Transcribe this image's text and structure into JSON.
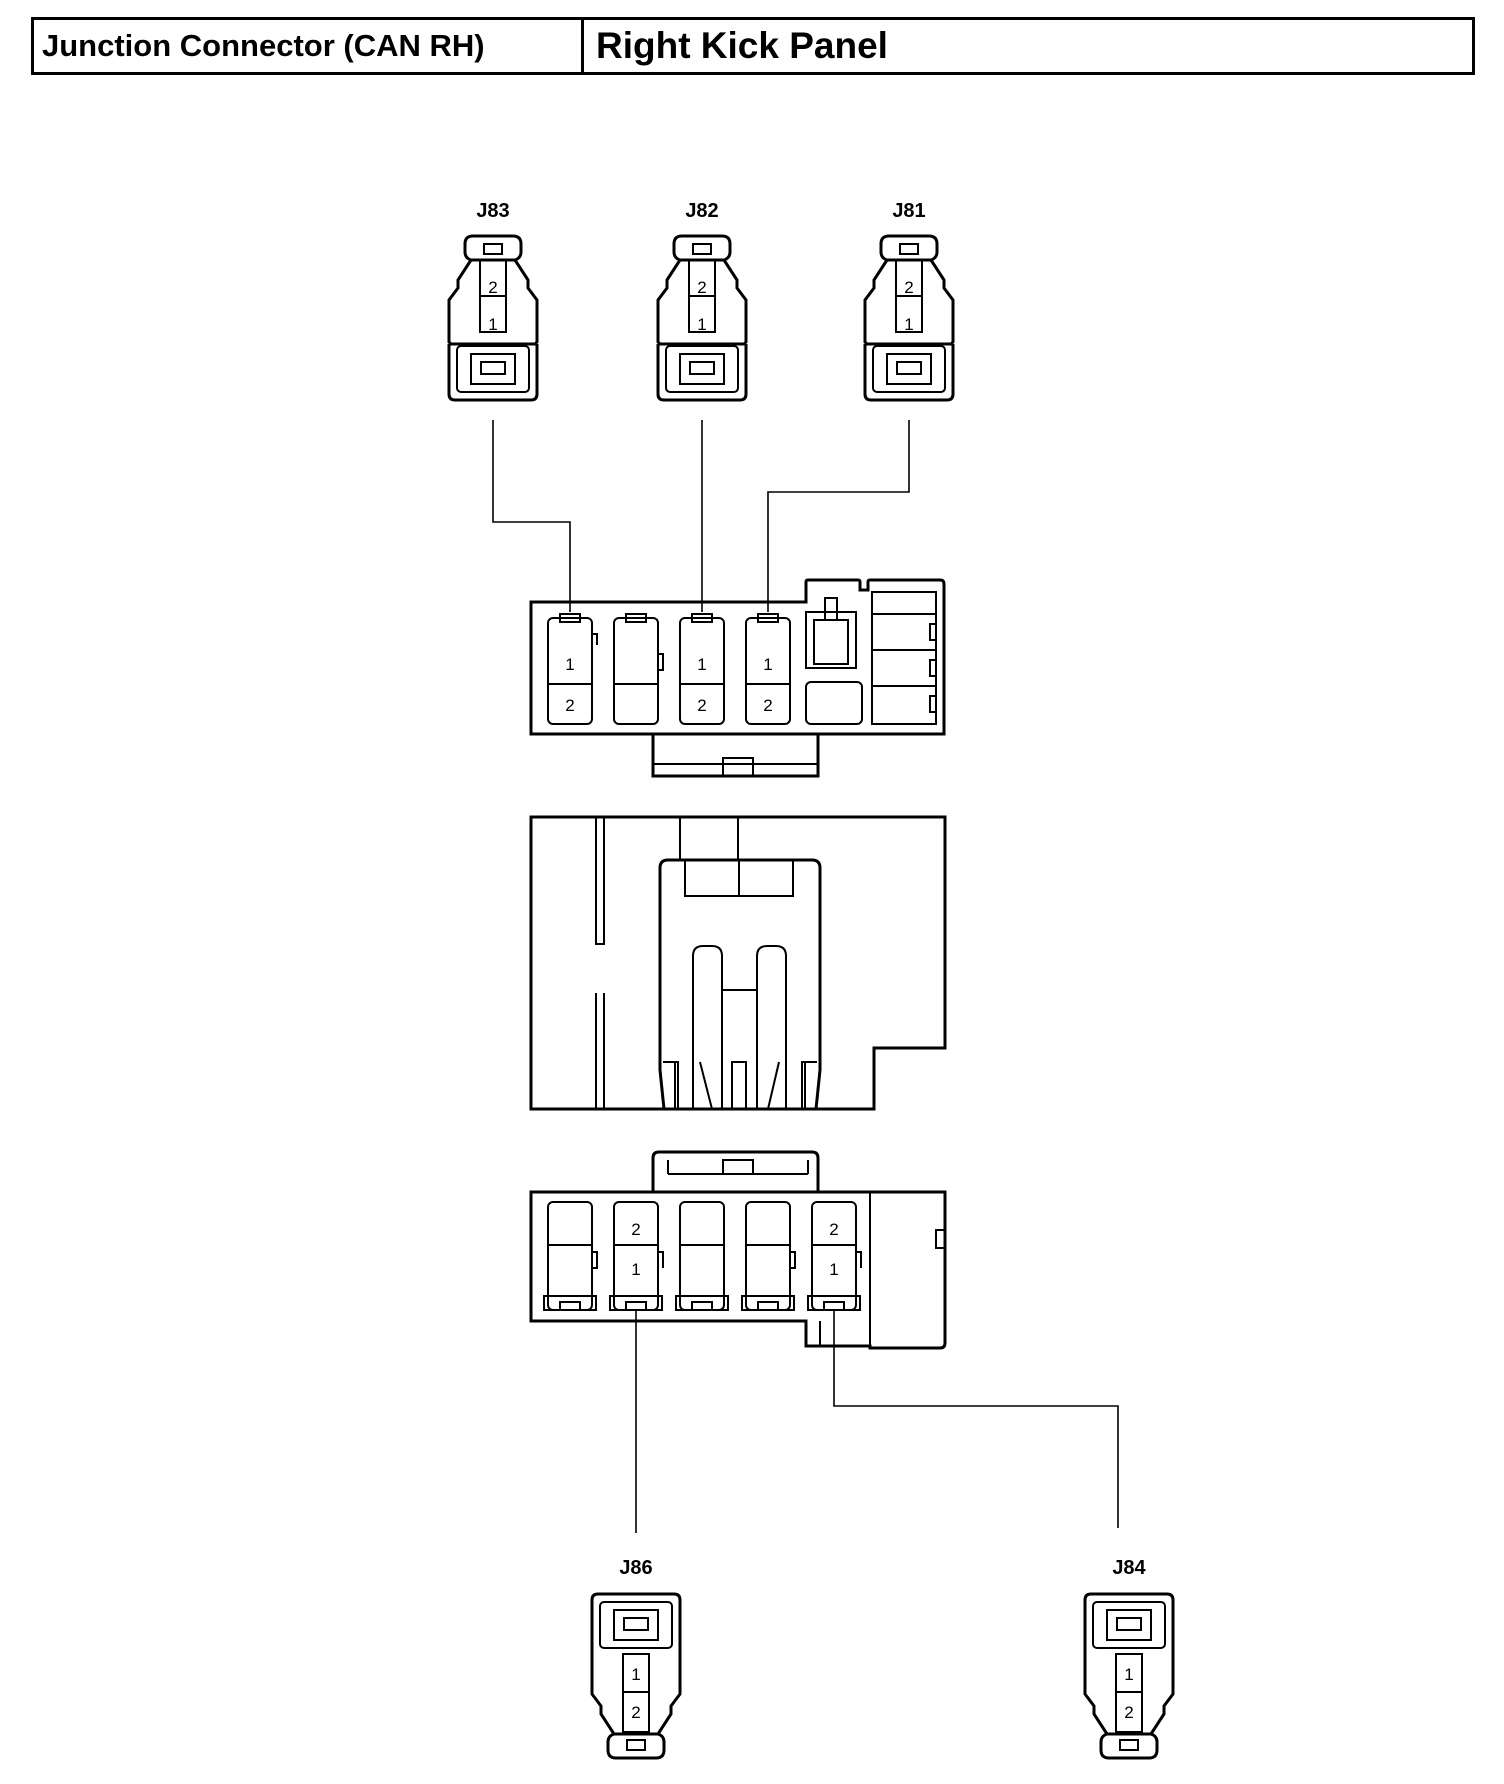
{
  "header": {
    "component": "Junction Connector (CAN RH)",
    "location": "Right Kick Panel"
  },
  "connectors": {
    "j83": {
      "label": "J83",
      "pin_top": "2",
      "pin_bottom": "1"
    },
    "j82": {
      "label": "J82",
      "pin_top": "2",
      "pin_bottom": "1"
    },
    "j81": {
      "label": "J81",
      "pin_top": "2",
      "pin_bottom": "1"
    },
    "j86": {
      "label": "J86",
      "pin_top": "1",
      "pin_bottom": "2"
    },
    "j84": {
      "label": "J84",
      "pin_top": "1",
      "pin_bottom": "2"
    }
  },
  "upper_block": {
    "slot1": {
      "top": "1",
      "bottom": "2"
    },
    "slot3": {
      "top": "1",
      "bottom": "2"
    },
    "slot4": {
      "top": "1",
      "bottom": "2"
    }
  },
  "lower_block": {
    "slot2": {
      "top": "2",
      "bottom": "1"
    },
    "slot5": {
      "top": "2",
      "bottom": "1"
    }
  },
  "colors": {
    "line": "#000000",
    "background": "#ffffff"
  }
}
